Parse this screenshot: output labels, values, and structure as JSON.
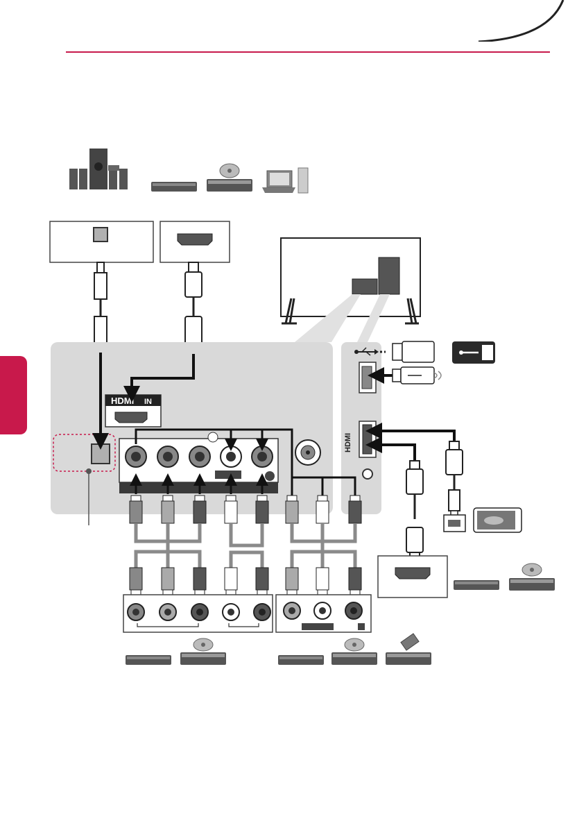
{
  "hdmi_label_top": "HDMI",
  "hdmi_label_in": "IN",
  "hdmi_vertical_label": "HDMI",
  "colors": {
    "accent": "#c8194b",
    "panel": "#d9d9d9",
    "cable": "#8a8a8a",
    "jack_bar": "#3a3a3a"
  },
  "icons": [
    "speaker-system-icon",
    "blu-ray-player-icon",
    "dvd-player-icon",
    "pc-icon",
    "usb-flash-drive-icon",
    "usb-symbol-icon",
    "usb-cable-icon",
    "mobile-phone-icon",
    "vcr-icon",
    "tv-icon"
  ]
}
